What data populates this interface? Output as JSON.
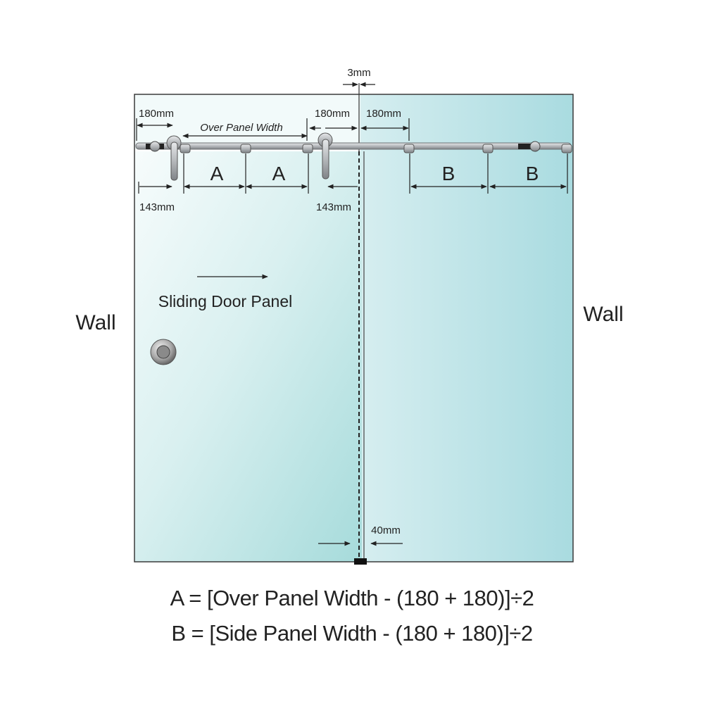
{
  "labels": {
    "wall_left": "Wall",
    "wall_right": "Wall",
    "sliding_panel": "Sliding Door Panel",
    "over_panel_width": "Over Panel Width"
  },
  "dimensions": {
    "gap_top": "3mm",
    "left_roller_offset": "180mm",
    "center_left_offset": "180mm",
    "center_right_offset": "180mm",
    "left_bottom_offset": "143mm",
    "center_bottom_offset": "143mm",
    "floor_guide_gap": "40mm"
  },
  "segments": {
    "a1": "A",
    "a2": "A",
    "b1": "B",
    "b2": "B"
  },
  "formulas": {
    "a": "A = [Over Panel Width - (180 + 180)]÷2",
    "b": "B = [Side Panel Width - (180 + 180)]÷2"
  },
  "colors": {
    "glass_light": "#f4fbfb",
    "glass_left": "#a9dcdc",
    "glass_right": "#a7dadf",
    "rail": "#b9bcbf",
    "outline": "#3a3a3a"
  }
}
